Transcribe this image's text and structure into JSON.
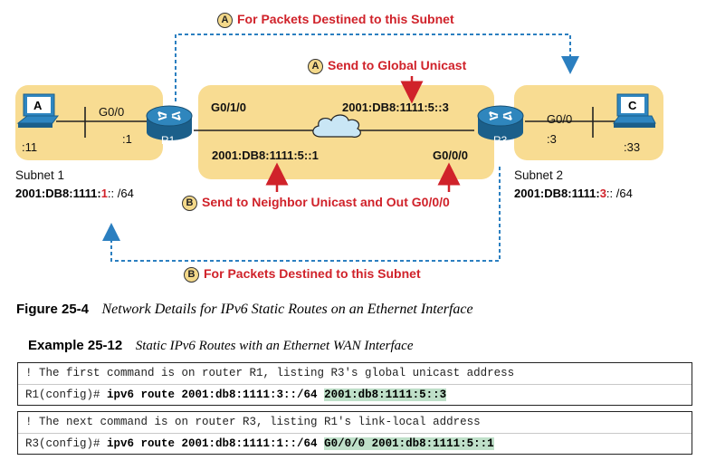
{
  "diagram": {
    "top_label": {
      "marker": "A",
      "text": "For Packets Destined to this Subnet"
    },
    "send_global": {
      "marker": "A",
      "text": "Send to Global Unicast"
    },
    "send_neighbor": {
      "marker": "B",
      "text": "Send to Neighbor Unicast and Out G0/0/0"
    },
    "bottom_label": {
      "marker": "B",
      "text": "For Packets Destined to this Subnet"
    },
    "host_a": {
      "name": "A",
      "addr": ":11"
    },
    "host_c": {
      "name": "C",
      "addr": ":33"
    },
    "r1": {
      "name": "R1",
      "lan_if": "G0/0",
      "lan_addr": ":1",
      "wan_if": "G0/1/0",
      "wan_addr": "2001:DB8:1111:5::1"
    },
    "r3": {
      "name": "R3",
      "lan_if": "G0/0",
      "lan_addr": ":3",
      "wan_if": "G0/0/0",
      "wan_addr": "2001:DB8:1111:5::3"
    },
    "subnet1": {
      "label": "Subnet 1",
      "prefix_a": "2001:DB8:1111:",
      "prefix_b": "1",
      "prefix_c": ":: /64"
    },
    "subnet2": {
      "label": "Subnet 2",
      "prefix_a": "2001:DB8:1111:",
      "prefix_b": "3",
      "prefix_c": ":: /64"
    },
    "colors": {
      "zone": "#f8dc92",
      "router": "#1f6e9e",
      "cloud": "#c9e6f5",
      "dashed": "#2b7fc0",
      "red": "#d0222a"
    }
  },
  "figure": {
    "number": "Figure 25-4",
    "caption": "Network Details for IPv6 Static Routes on an Ethernet Interface"
  },
  "example": {
    "number": "Example 25-12",
    "caption": "Static IPv6 Routes with an Ethernet WAN Interface",
    "lines": [
      {
        "comment": "! The first command is on router R1, listing R3's global unicast address"
      },
      {
        "prompt": "R1(config)# ",
        "cmd": "ipv6 route 2001:db8:1111:3::/64 ",
        "highlight": "2001:db8:1111:5::3"
      },
      {
        "comment": "! The next command is on router R3, listing R1's link-local address"
      },
      {
        "prompt": "R3(config)# ",
        "cmd": "ipv6 route 2001:db8:1111:1::/64 ",
        "highlight": "G0/0/0 2001:db8:1111:5::1"
      }
    ]
  }
}
